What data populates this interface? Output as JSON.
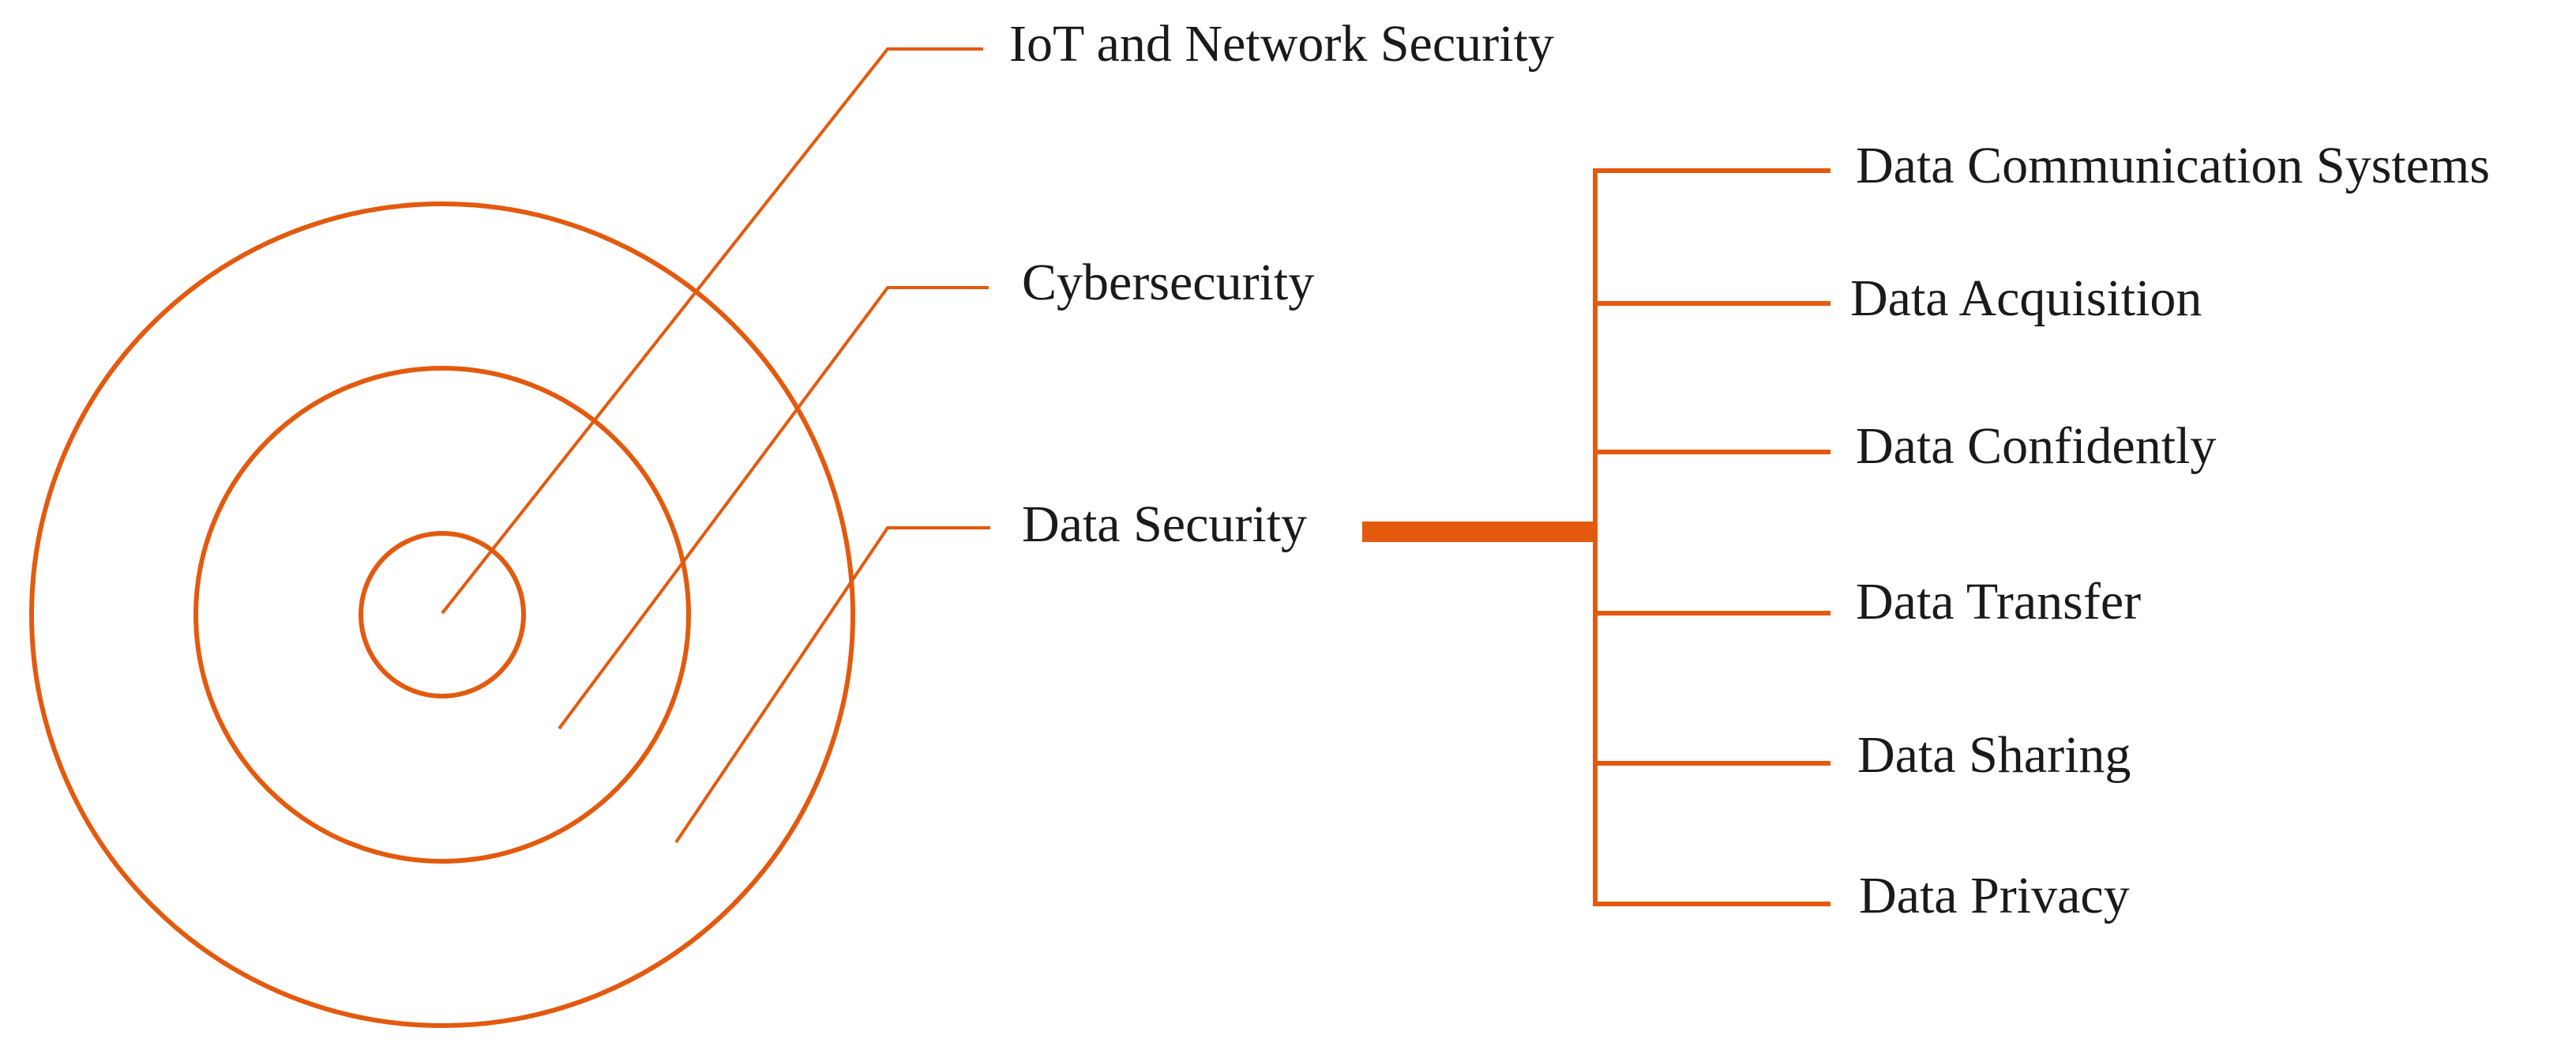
{
  "accent_color": "#E35A0E",
  "layers": {
    "inner": "IoT and Network Security",
    "middle": "Cybersecurity",
    "outer": "Data Security"
  },
  "branches": [
    "Data Communication Systems",
    "Data Acquisition",
    "Data Confidently",
    "Data Transfer",
    "Data Sharing",
    "Data Privacy"
  ]
}
